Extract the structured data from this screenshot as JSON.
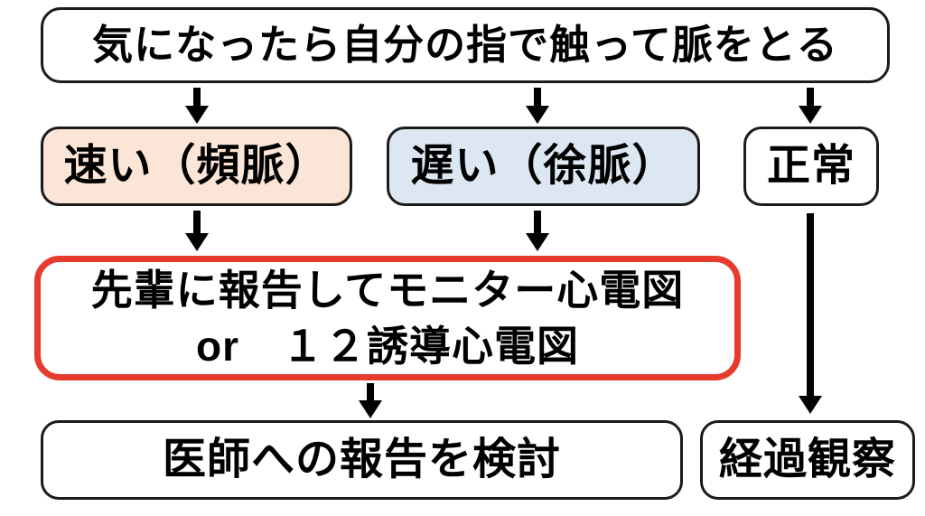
{
  "diagram": {
    "title_hint": "pulse-check flowchart",
    "colors": {
      "background": "#ffffff",
      "box_border": "#1b1b1b",
      "tachycardia_fill": "#fbe5d6",
      "bradycardia_fill": "#dce7f2",
      "highlight_border": "#e63b2e",
      "arrow": "#000000"
    },
    "nodes": {
      "start": {
        "label": "気になったら自分の指で触って脈をとる"
      },
      "fast": {
        "label": "速い（頻脈）"
      },
      "slow": {
        "label": "遅い（徐脈）"
      },
      "normal": {
        "label": "正常"
      },
      "ecg": {
        "line1": "先輩に報告してモニター心電図",
        "line2": "or　１２誘導心電図"
      },
      "report": {
        "label": "医師への報告を検討"
      },
      "observe": {
        "label": "経過観察"
      }
    },
    "edges": [
      {
        "from": "start",
        "to": "fast"
      },
      {
        "from": "start",
        "to": "slow"
      },
      {
        "from": "start",
        "to": "normal"
      },
      {
        "from": "fast",
        "to": "ecg"
      },
      {
        "from": "slow",
        "to": "ecg"
      },
      {
        "from": "ecg",
        "to": "report"
      },
      {
        "from": "normal",
        "to": "observe"
      }
    ]
  }
}
